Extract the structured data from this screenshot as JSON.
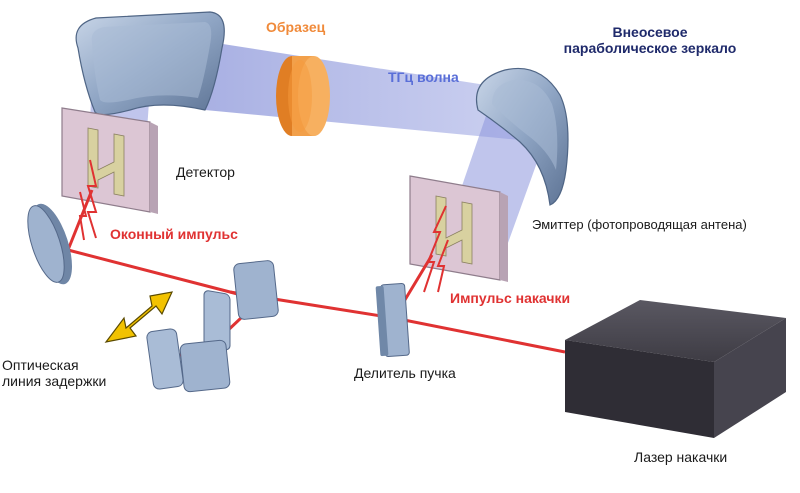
{
  "labels": {
    "sample": "Образец",
    "thz_wave": "ТГц волна",
    "mirror_line1": "Внеосевое",
    "mirror_line2": "параболическое зеркало",
    "detector": "Детектор",
    "emitter": "Эмиттер (фотопроводящая антена)",
    "gate_pulse": "Оконный импульс",
    "pump_pulse": "Импульс накачки",
    "delay_line1": "Оптическая",
    "delay_line2": "линия задержки",
    "beam_splitter": "Делитель пучка",
    "pump_laser": "Лазер накачки"
  },
  "colors": {
    "thz_beam": "#8c96dc",
    "laser_beam": "#e03232",
    "sample": "#f59a3c",
    "mirror": "#8fa5c4",
    "antenna_plate": "#dcc6d4",
    "laser_box": "#3c3a42",
    "arrow": "#f2c200"
  }
}
